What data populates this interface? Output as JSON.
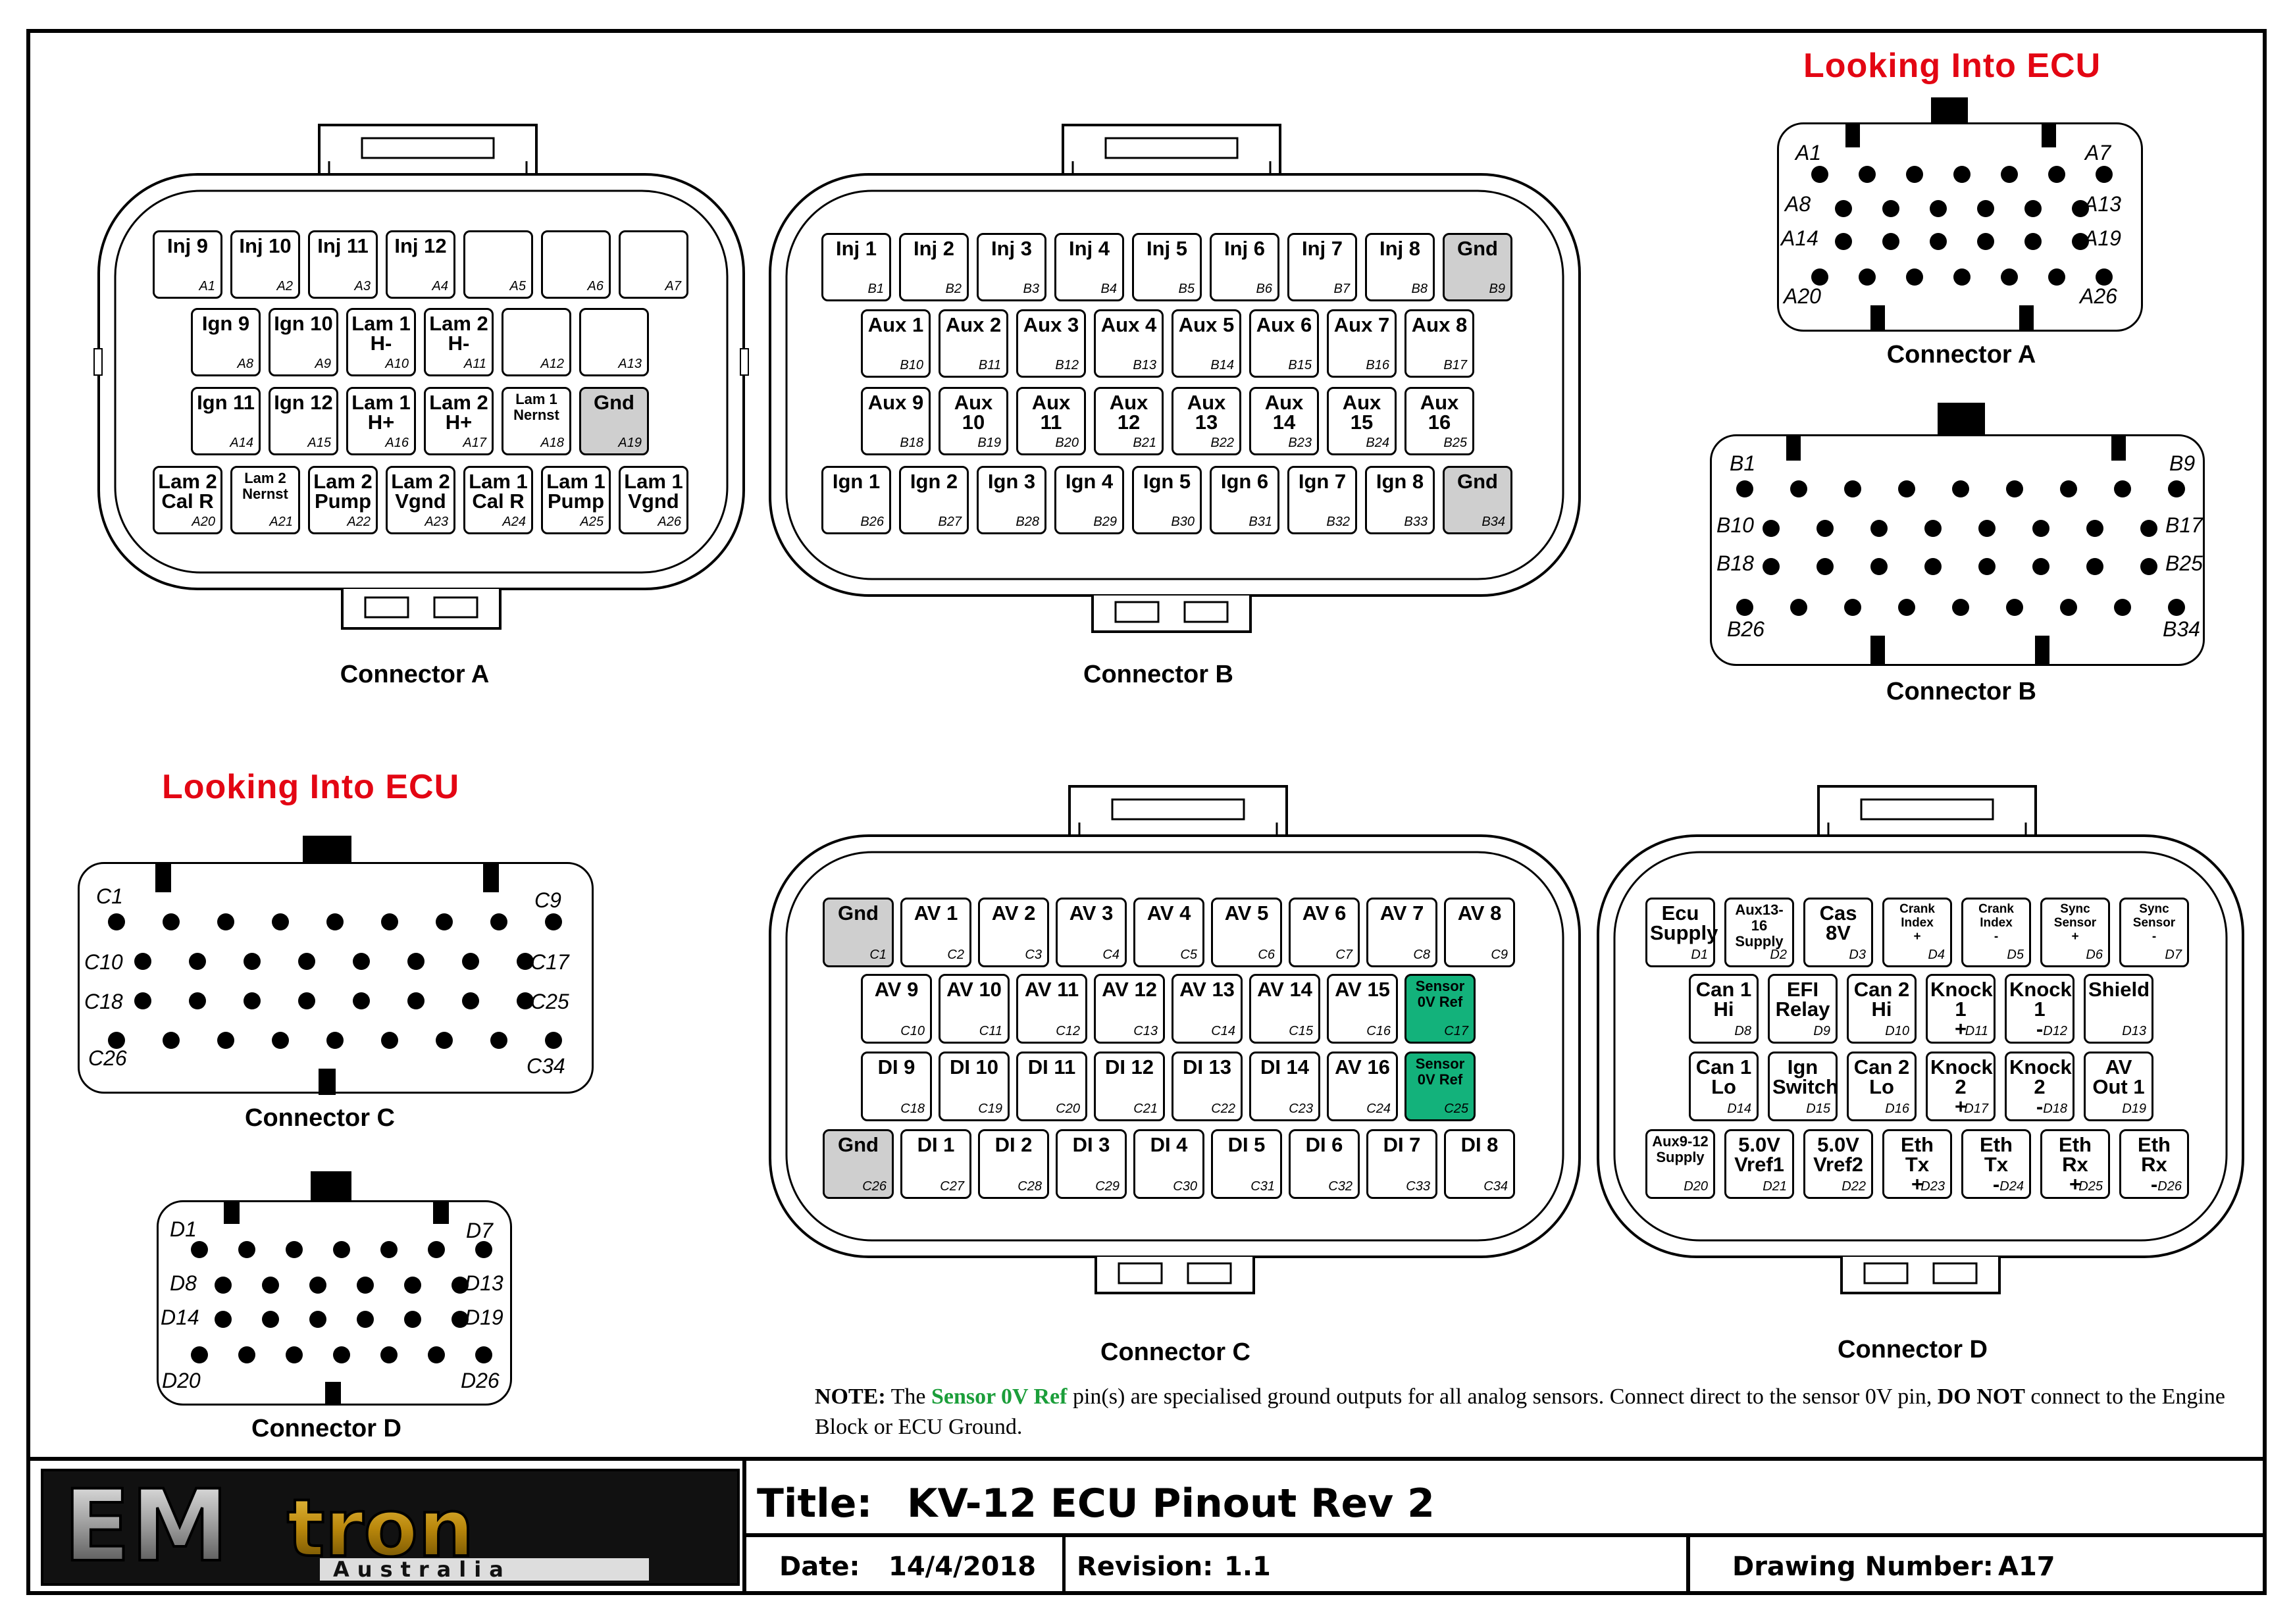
{
  "headings": {
    "looking_into_ecu_1": "Looking Into ECU",
    "looking_into_ecu_2": "Looking Into ECU"
  },
  "captions": {
    "conn_a_wire": "Connector A",
    "conn_b_wire": "Connector B",
    "conn_c_wire": "Connector C",
    "conn_d_wire": "Connector D",
    "conn_a_face": "Connector A",
    "conn_b_face": "Connector B",
    "conn_c_face": "Connector C",
    "conn_d_face": "Connector D"
  },
  "connector_a": {
    "rows": [
      [
        {
          "label": "Inj 9",
          "id": "A1"
        },
        {
          "label": "Inj 10",
          "id": "A2"
        },
        {
          "label": "Inj 11",
          "id": "A3"
        },
        {
          "label": "Inj 12",
          "id": "A4"
        },
        {
          "label": "",
          "id": "A5"
        },
        {
          "label": "",
          "id": "A6"
        },
        {
          "label": "",
          "id": "A7"
        }
      ],
      [
        {
          "label": "Ign 9",
          "id": "A8"
        },
        {
          "label": "Ign 10",
          "id": "A9"
        },
        {
          "label": "Lam 1\nH-",
          "id": "A10"
        },
        {
          "label": "Lam 2\nH-",
          "id": "A11"
        },
        {
          "label": "",
          "id": "A12"
        },
        {
          "label": "",
          "id": "A13"
        }
      ],
      [
        {
          "label": "Ign 11",
          "id": "A14"
        },
        {
          "label": "Ign 12",
          "id": "A15"
        },
        {
          "label": "Lam 1\nH+",
          "id": "A16"
        },
        {
          "label": "Lam 2\nH+",
          "id": "A17"
        },
        {
          "label": "Lam 1\nNernst",
          "id": "A18"
        },
        {
          "label": "Gnd",
          "id": "A19",
          "kind": "gnd"
        }
      ],
      [
        {
          "label": "Lam 2\nCal R",
          "id": "A20"
        },
        {
          "label": "Lam 2\nNernst",
          "id": "A21"
        },
        {
          "label": "Lam 2\nPump",
          "id": "A22"
        },
        {
          "label": "Lam 2\nVgnd",
          "id": "A23"
        },
        {
          "label": "Lam 1\nCal R",
          "id": "A24"
        },
        {
          "label": "Lam 1\nPump",
          "id": "A25"
        },
        {
          "label": "Lam 1\nVgnd",
          "id": "A26"
        }
      ]
    ]
  },
  "connector_b": {
    "rows": [
      [
        {
          "label": "Inj 1",
          "id": "B1"
        },
        {
          "label": "Inj 2",
          "id": "B2"
        },
        {
          "label": "Inj 3",
          "id": "B3"
        },
        {
          "label": "Inj 4",
          "id": "B4"
        },
        {
          "label": "Inj 5",
          "id": "B5"
        },
        {
          "label": "Inj 6",
          "id": "B6"
        },
        {
          "label": "Inj 7",
          "id": "B7"
        },
        {
          "label": "Inj 8",
          "id": "B8"
        },
        {
          "label": "Gnd",
          "id": "B9",
          "kind": "gnd"
        }
      ],
      [
        {
          "label": "Aux 1",
          "id": "B10"
        },
        {
          "label": "Aux 2",
          "id": "B11"
        },
        {
          "label": "Aux 3",
          "id": "B12"
        },
        {
          "label": "Aux 4",
          "id": "B13"
        },
        {
          "label": "Aux 5",
          "id": "B14"
        },
        {
          "label": "Aux 6",
          "id": "B15"
        },
        {
          "label": "Aux 7",
          "id": "B16"
        },
        {
          "label": "Aux 8",
          "id": "B17"
        }
      ],
      [
        {
          "label": "Aux 9",
          "id": "B18"
        },
        {
          "label": "Aux 10",
          "id": "B19"
        },
        {
          "label": "Aux 11",
          "id": "B20"
        },
        {
          "label": "Aux 12",
          "id": "B21"
        },
        {
          "label": "Aux 13",
          "id": "B22"
        },
        {
          "label": "Aux 14",
          "id": "B23"
        },
        {
          "label": "Aux 15",
          "id": "B24"
        },
        {
          "label": "Aux 16",
          "id": "B25"
        }
      ],
      [
        {
          "label": "Ign 1",
          "id": "B26"
        },
        {
          "label": "Ign 2",
          "id": "B27"
        },
        {
          "label": "Ign 3",
          "id": "B28"
        },
        {
          "label": "Ign 4",
          "id": "B29"
        },
        {
          "label": "Ign 5",
          "id": "B30"
        },
        {
          "label": "Ign 6",
          "id": "B31"
        },
        {
          "label": "Ign 7",
          "id": "B32"
        },
        {
          "label": "Ign 8",
          "id": "B33"
        },
        {
          "label": "Gnd",
          "id": "B34",
          "kind": "gnd"
        }
      ]
    ]
  },
  "connector_c": {
    "rows": [
      [
        {
          "label": "Gnd",
          "id": "C1",
          "kind": "gnd"
        },
        {
          "label": "AV 1",
          "id": "C2"
        },
        {
          "label": "AV 2",
          "id": "C3"
        },
        {
          "label": "AV 3",
          "id": "C4"
        },
        {
          "label": "AV 4",
          "id": "C5"
        },
        {
          "label": "AV 5",
          "id": "C6"
        },
        {
          "label": "AV 6",
          "id": "C7"
        },
        {
          "label": "AV 7",
          "id": "C8"
        },
        {
          "label": "AV 8",
          "id": "C9"
        }
      ],
      [
        {
          "label": "AV 9",
          "id": "C10"
        },
        {
          "label": "AV 10",
          "id": "C11"
        },
        {
          "label": "AV 11",
          "id": "C12"
        },
        {
          "label": "AV 12",
          "id": "C13"
        },
        {
          "label": "AV 13",
          "id": "C14"
        },
        {
          "label": "AV 14",
          "id": "C15"
        },
        {
          "label": "AV 15",
          "id": "C16"
        },
        {
          "label": "Sensor\n0V Ref",
          "id": "C17",
          "kind": "sensor"
        }
      ],
      [
        {
          "label": "DI 9",
          "id": "C18"
        },
        {
          "label": "DI 10",
          "id": "C19"
        },
        {
          "label": "DI 11",
          "id": "C20"
        },
        {
          "label": "DI 12",
          "id": "C21"
        },
        {
          "label": "DI 13",
          "id": "C22"
        },
        {
          "label": "DI 14",
          "id": "C23"
        },
        {
          "label": "AV 16",
          "id": "C24"
        },
        {
          "label": "Sensor\n0V Ref",
          "id": "C25",
          "kind": "sensor"
        }
      ],
      [
        {
          "label": "Gnd",
          "id": "C26",
          "kind": "gnd"
        },
        {
          "label": "DI 1",
          "id": "C27"
        },
        {
          "label": "DI 2",
          "id": "C28"
        },
        {
          "label": "DI 3",
          "id": "C29"
        },
        {
          "label": "DI 4",
          "id": "C30"
        },
        {
          "label": "DI 5",
          "id": "C31"
        },
        {
          "label": "DI 6",
          "id": "C32"
        },
        {
          "label": "DI 7",
          "id": "C33"
        },
        {
          "label": "DI 8",
          "id": "C34"
        }
      ]
    ]
  },
  "connector_d": {
    "rows": [
      [
        {
          "label": "Ecu\nSupply",
          "id": "D1"
        },
        {
          "label": "Aux13-16\nSupply",
          "id": "D2"
        },
        {
          "label": "Cas\n8V",
          "id": "D3"
        },
        {
          "label": "Crank\nIndex\n+",
          "id": "D4"
        },
        {
          "label": "Crank\nIndex\n-",
          "id": "D5"
        },
        {
          "label": "Sync\nSensor\n+",
          "id": "D6"
        },
        {
          "label": "Sync\nSensor\n-",
          "id": "D7"
        }
      ],
      [
        {
          "label": "Can 1\nHi",
          "id": "D8"
        },
        {
          "label": "EFI\nRelay",
          "id": "D9"
        },
        {
          "label": "Can 2\nHi",
          "id": "D10"
        },
        {
          "label": "Knock 1\n+",
          "id": "D11"
        },
        {
          "label": "Knock 1\n-",
          "id": "D12"
        },
        {
          "label": "Shield",
          "id": "D13"
        }
      ],
      [
        {
          "label": "Can 1\nLo",
          "id": "D14"
        },
        {
          "label": "Ign\nSwitch",
          "id": "D15"
        },
        {
          "label": "Can 2\nLo",
          "id": "D16"
        },
        {
          "label": "Knock 2\n+",
          "id": "D17"
        },
        {
          "label": "Knock 2\n-",
          "id": "D18"
        },
        {
          "label": "AV\nOut 1",
          "id": "D19"
        }
      ],
      [
        {
          "label": "Aux9-12\nSupply",
          "id": "D20"
        },
        {
          "label": "5.0V\nVref1",
          "id": "D21"
        },
        {
          "label": "5.0V\nVref2",
          "id": "D22"
        },
        {
          "label": "Eth Tx\n+",
          "id": "D23"
        },
        {
          "label": "Eth Tx\n-",
          "id": "D24"
        },
        {
          "label": "Eth Rx\n+",
          "id": "D25"
        },
        {
          "label": "Eth Rx\n-",
          "id": "D26"
        }
      ]
    ]
  },
  "face_labels": {
    "a": {
      "tl": "A1",
      "tr": "A7",
      "ml1": "A8",
      "mr1": "A13",
      "ml2": "A14",
      "mr2": "A19",
      "bl": "A20",
      "br": "A26"
    },
    "b": {
      "tl": "B1",
      "tr": "B9",
      "ml1": "B10",
      "mr1": "B17",
      "ml2": "B18",
      "mr2": "B25",
      "bl": "B26",
      "br": "B34"
    },
    "c": {
      "tl": "C1",
      "tr": "C9",
      "ml1": "C10",
      "mr1": "C17",
      "ml2": "C18",
      "mr2": "C25",
      "bl": "C26",
      "br": "C34"
    },
    "d": {
      "tl": "D1",
      "tr": "D7",
      "ml1": "D8",
      "mr1": "D13",
      "ml2": "D14",
      "mr2": "D19",
      "bl": "D20",
      "br": "D26"
    }
  },
  "note": {
    "prefix": "NOTE:",
    "t1": " The ",
    "highlight": "Sensor 0V Ref",
    "t2": " pin(s) are specialised ground outputs for all analog sensors.  Connect direct to the sensor 0V pin, ",
    "emph": "DO NOT",
    "t3": " connect to the Engine Block or ECU Ground."
  },
  "title_block": {
    "logo_main": "EMtron",
    "logo_sub": "Australia",
    "title_label": "Title:",
    "title_value": "KV-12 ECU Pinout Rev 2",
    "date_label": "Date:",
    "date_value": "14/4/2018",
    "revision_label": "Revision:",
    "revision_value": "1.1",
    "drawing_label": "Drawing Number:",
    "drawing_value": "A17"
  },
  "colors": {
    "red_heading": "#e30613",
    "gnd_fill": "#cfcfcf",
    "sensor_fill": "#13b27b",
    "note_green": "#1b9e3a"
  }
}
